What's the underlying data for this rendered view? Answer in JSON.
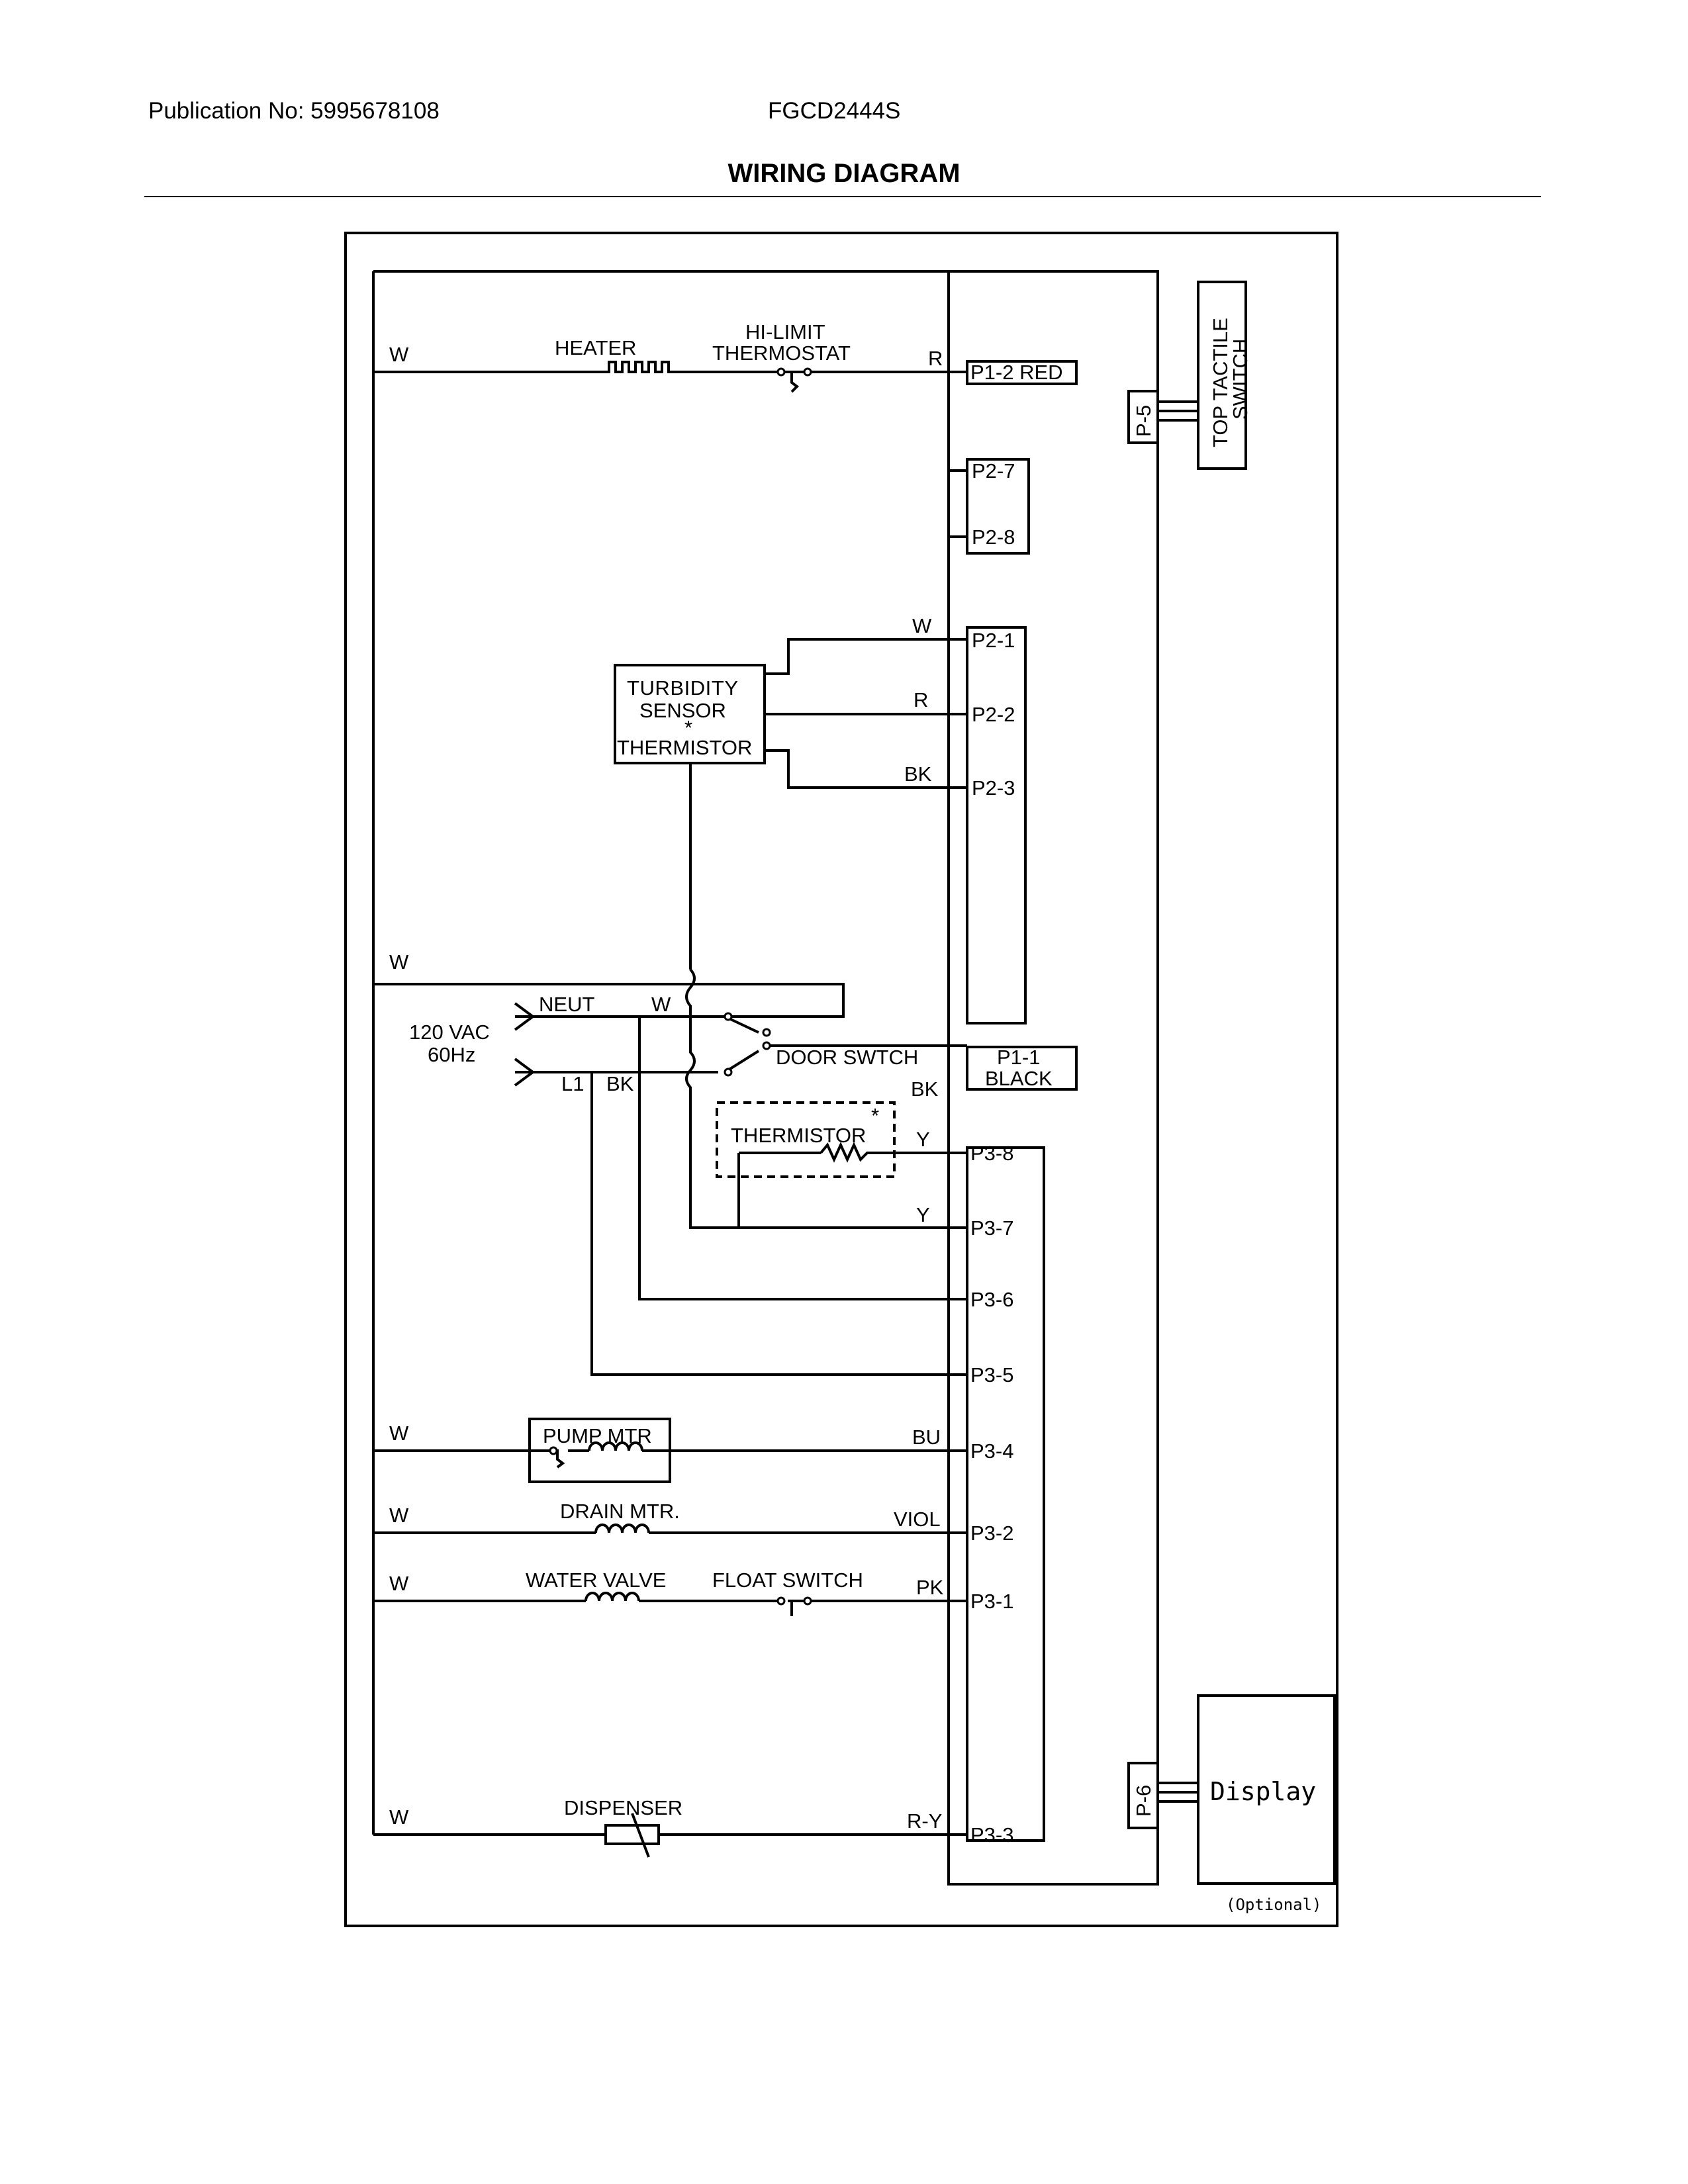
{
  "header": {
    "publication": "Publication No: 5995678108",
    "model": "FGCD2444S",
    "title": "WIRING DIAGRAM"
  },
  "wire_labels": {
    "w": "W",
    "r": "R",
    "bk": "BK",
    "y": "Y",
    "bu": "BU",
    "viol": "VIOL",
    "pk": "PK",
    "ry": "R-Y",
    "l1": "L1"
  },
  "components": {
    "heater": "HEATER",
    "hi_limit_1": "HI-LIMIT",
    "hi_limit_2": "THERMOSTAT",
    "turbidity_1": "TURBIDITY",
    "turbidity_2": "SENSOR",
    "turbidity_star": "*",
    "turbidity_3": "THERMISTOR",
    "neut": "NEUT",
    "supply_1": "120 VAC",
    "supply_2": "60Hz",
    "door_switch": "DOOR SWTCH",
    "thermistor": "THERMISTOR",
    "thermistor_star": "*",
    "pump_motor": "PUMP MTR",
    "drain_motor": "DRAIN MTR.",
    "water_valve": "WATER VALVE",
    "float_switch": "FLOAT SWITCH",
    "dispenser": "DISPENSER",
    "top_tactile_1": "TOP TACTILE",
    "top_tactile_2": "SWITCH",
    "display": "Display",
    "optional": "(Optional)"
  },
  "connectors": {
    "p1_2": "P1-2 RED",
    "p2_7": "P2-7",
    "p2_8": "P2-8",
    "p2_1": "P2-1",
    "p2_2": "P2-2",
    "p2_3": "P2-3",
    "p1_1a": "P1-1",
    "p1_1b": "BLACK",
    "p3_8": "P3-8",
    "p3_7": "P3-7",
    "p3_6": "P3-6",
    "p3_5": "P3-5",
    "p3_4": "P3-4",
    "p3_2": "P3-2",
    "p3_1": "P3-1",
    "p3_3": "P3-3",
    "p5": "P-5",
    "p6": "P-6"
  }
}
